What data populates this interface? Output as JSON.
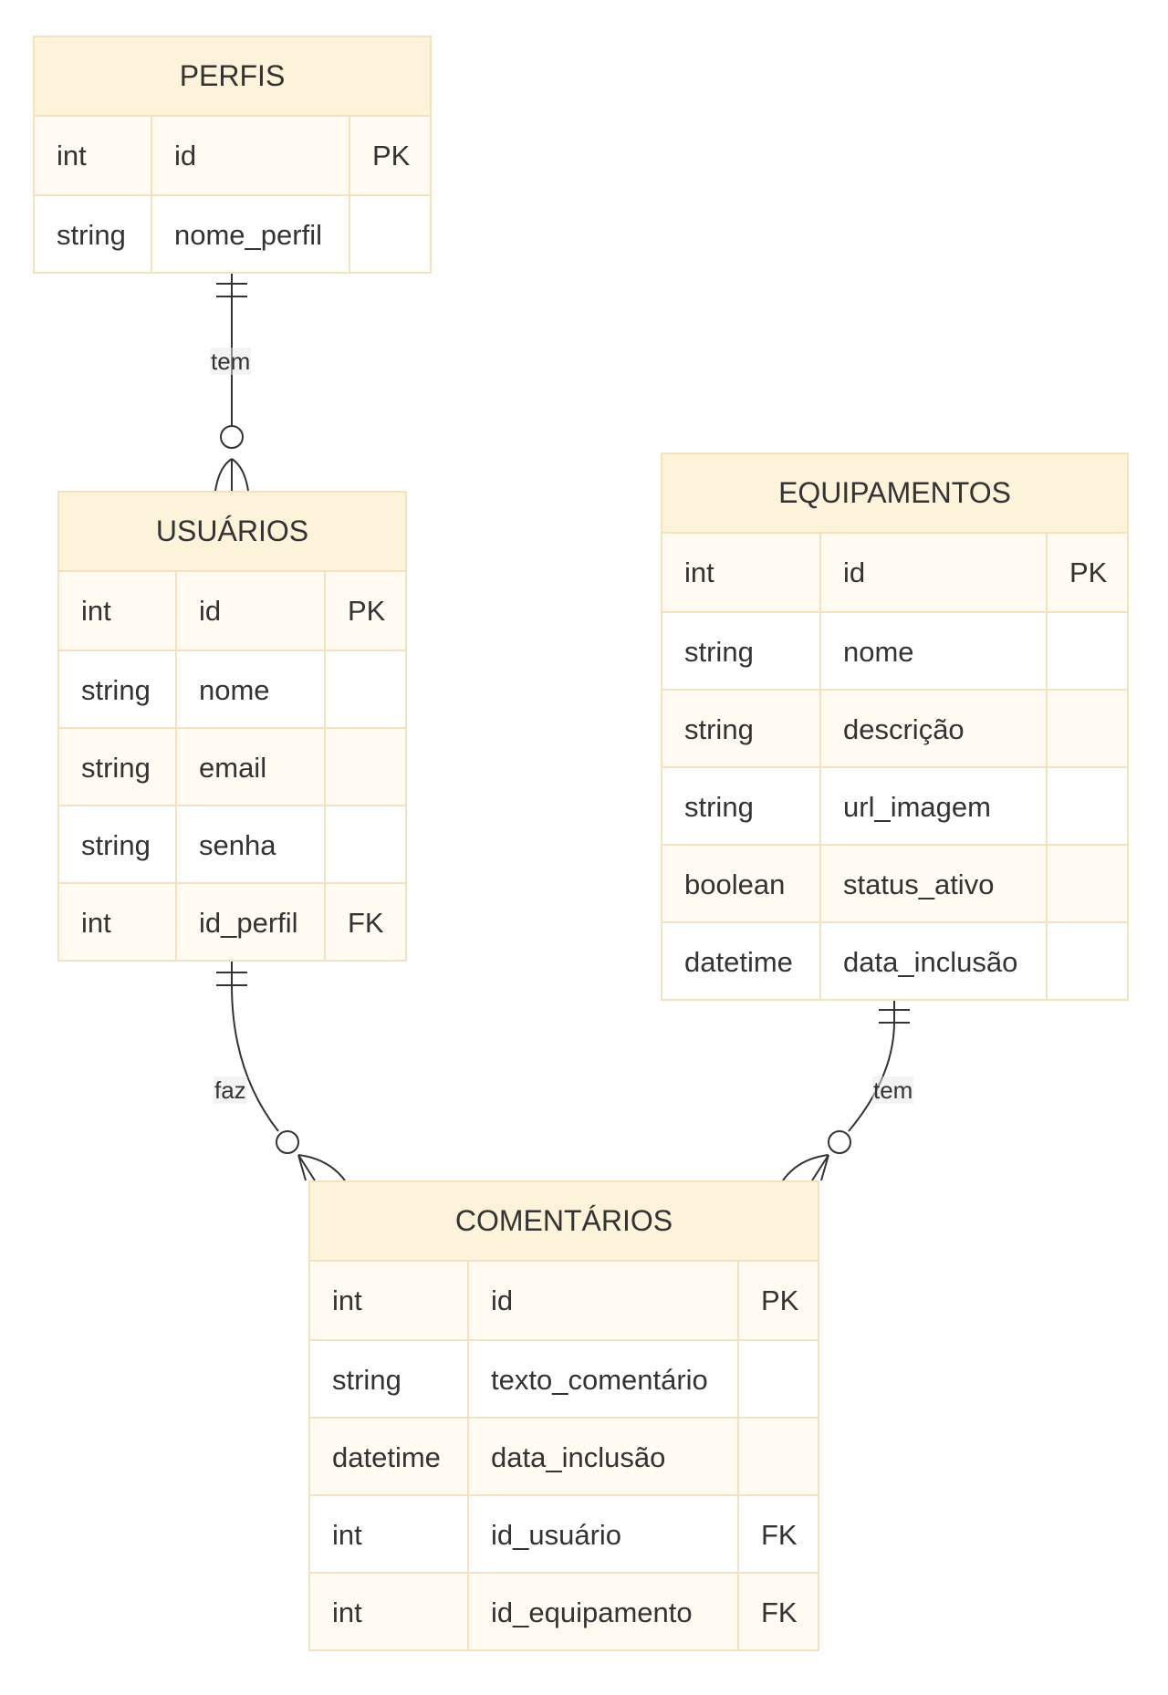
{
  "colors": {
    "header_fill": "#fdf2da",
    "row_fill": "#fffaf2",
    "border": "#f2e2c0",
    "line": "#333333",
    "text": "#333333"
  },
  "entities": {
    "perfis": {
      "title": "PERFIS",
      "rows": [
        {
          "type": "int",
          "name": "id",
          "key": "PK"
        },
        {
          "type": "string",
          "name": "nome_perfil",
          "key": ""
        }
      ]
    },
    "usuarios": {
      "title": "USUÁRIOS",
      "rows": [
        {
          "type": "int",
          "name": "id",
          "key": "PK"
        },
        {
          "type": "string",
          "name": "nome",
          "key": ""
        },
        {
          "type": "string",
          "name": "email",
          "key": ""
        },
        {
          "type": "string",
          "name": "senha",
          "key": ""
        },
        {
          "type": "int",
          "name": "id_perfil",
          "key": "FK"
        }
      ]
    },
    "equipamentos": {
      "title": "EQUIPAMENTOS",
      "rows": [
        {
          "type": "int",
          "name": "id",
          "key": "PK"
        },
        {
          "type": "string",
          "name": "nome",
          "key": ""
        },
        {
          "type": "string",
          "name": "descrição",
          "key": ""
        },
        {
          "type": "string",
          "name": "url_imagem",
          "key": ""
        },
        {
          "type": "boolean",
          "name": "status_ativo",
          "key": ""
        },
        {
          "type": "datetime",
          "name": "data_inclusão",
          "key": ""
        }
      ]
    },
    "comentarios": {
      "title": "COMENTÁRIOS",
      "rows": [
        {
          "type": "int",
          "name": "id",
          "key": "PK"
        },
        {
          "type": "string",
          "name": "texto_comentário",
          "key": ""
        },
        {
          "type": "datetime",
          "name": "data_inclusão",
          "key": ""
        },
        {
          "type": "int",
          "name": "id_usuário",
          "key": "FK"
        },
        {
          "type": "int",
          "name": "id_equipamento",
          "key": "FK"
        }
      ]
    }
  },
  "relationships": [
    {
      "from": "PERFIS",
      "to": "USUÁRIOS",
      "label": "tem",
      "from_cardinality": "exactly-one",
      "to_cardinality": "zero-or-many"
    },
    {
      "from": "USUÁRIOS",
      "to": "COMENTÁRIOS",
      "label": "faz",
      "from_cardinality": "exactly-one",
      "to_cardinality": "zero-or-many"
    },
    {
      "from": "EQUIPAMENTOS",
      "to": "COMENTÁRIOS",
      "label": "tem",
      "from_cardinality": "exactly-one",
      "to_cardinality": "zero-or-many"
    }
  ]
}
